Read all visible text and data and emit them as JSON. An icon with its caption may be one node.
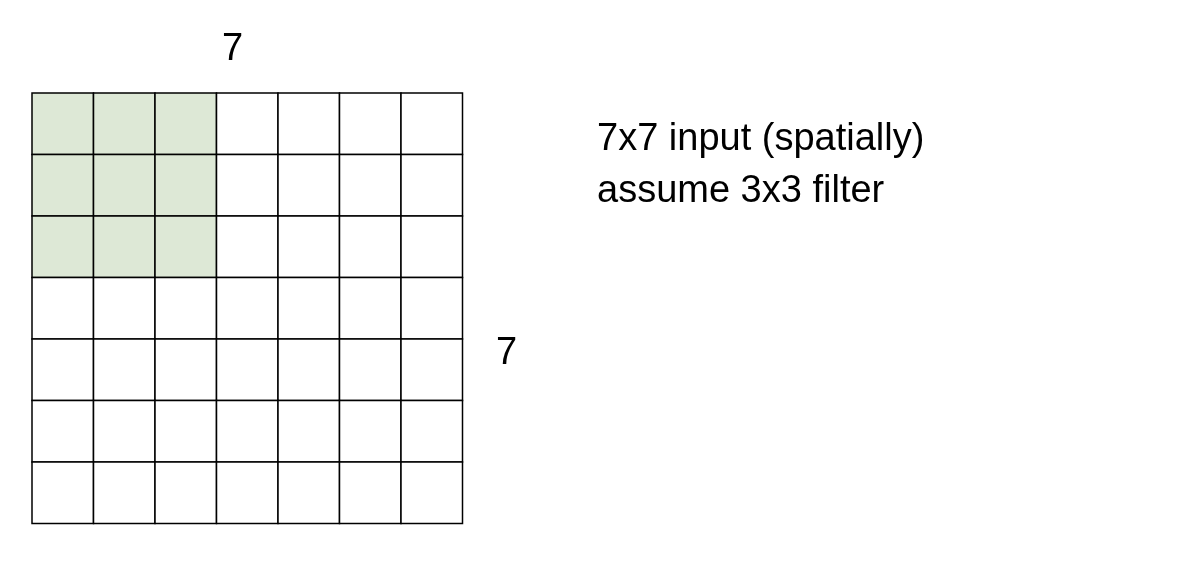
{
  "diagram": {
    "labels": [
      "7",
      "7x7 input (spatially)",
      "assume 3x3 filter",
      "7"
    ]
  }
}
